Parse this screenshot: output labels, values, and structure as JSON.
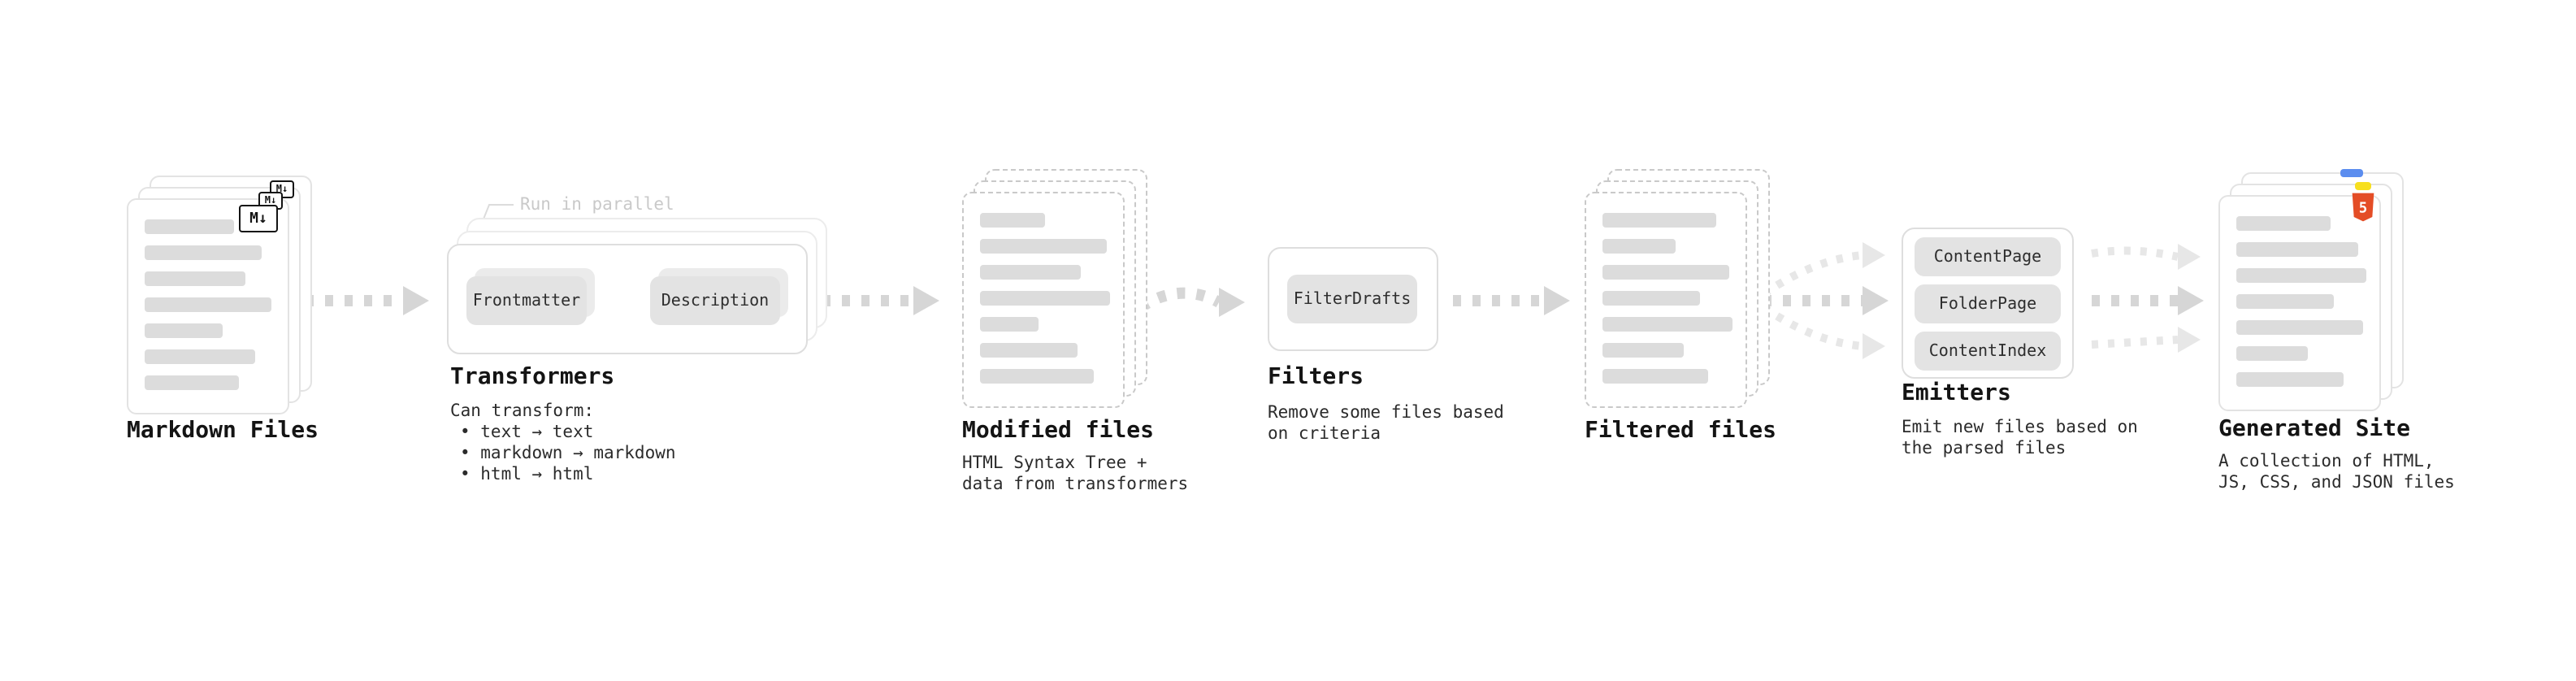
{
  "diagram": {
    "markdown_files": {
      "label": "Markdown Files",
      "badge": "M↓"
    },
    "transformers": {
      "annotation": "Run in parallel",
      "pill_left": "Frontmatter",
      "pill_right": "Description",
      "label": "Transformers",
      "desc": [
        "Can transform:",
        "• text → text",
        "• markdown → markdown",
        "• html → html"
      ]
    },
    "modified_files": {
      "label": "Modified files",
      "desc": [
        "HTML Syntax Tree +",
        "data from transformers"
      ]
    },
    "filters": {
      "pill": "FilterDrafts",
      "label": "Filters",
      "desc": [
        "Remove some files based",
        "on criteria"
      ]
    },
    "filtered_files": {
      "label": "Filtered files"
    },
    "emitters": {
      "pills": [
        "ContentPage",
        "FolderPage",
        "ContentIndex"
      ],
      "label": "Emitters",
      "desc": [
        "Emit new files based on",
        "the parsed files"
      ]
    },
    "generated_site": {
      "label": "Generated Site",
      "badge": "5",
      "desc": [
        "A collection of HTML,",
        "JS, CSS, and JSON files"
      ]
    }
  },
  "colors": {
    "arrow": "#d6d6d6",
    "arrow_light": "#e7e7e7",
    "pill_bg": "#e3e3e3",
    "bar": "#dcdcdc",
    "html5_orange": "#e44d26",
    "js_yellow": "#f7df1e",
    "css_blue": "#5b8def",
    "annotation_gray": "#c9c9c9"
  }
}
